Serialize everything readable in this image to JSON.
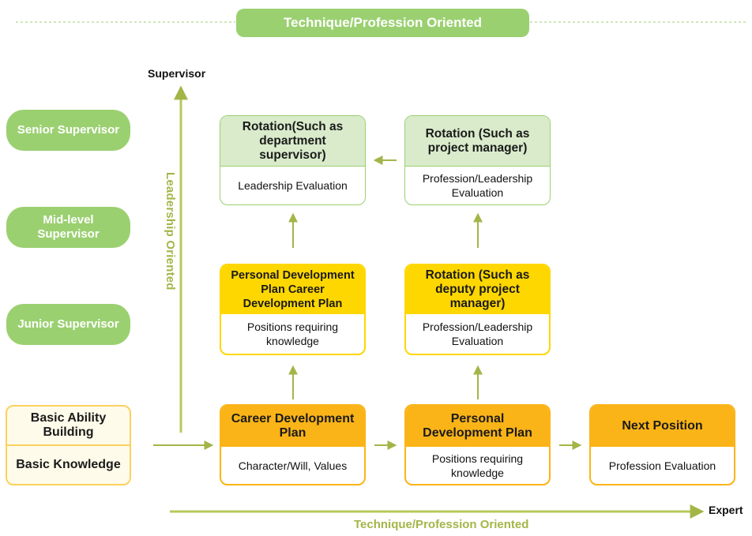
{
  "header": {
    "title": "Technique/Profession Oriented"
  },
  "axes": {
    "y_top_label": "Supervisor",
    "y_title": "Leadership Oriented",
    "x_end_label": "Expert",
    "x_title": "Technique/Profession Oriented"
  },
  "levels": [
    {
      "label": "Senior Supervisor"
    },
    {
      "label": "Mid-level Supervisor"
    },
    {
      "label": "Junior Supervisor"
    }
  ],
  "basic": {
    "top": "Basic Ability Building",
    "bottom": "Basic Knowledge"
  },
  "boxes": {
    "rotation_dept": {
      "title": "Rotation(Such as department supervisor)",
      "body": "Leadership Evaluation"
    },
    "rotation_pm": {
      "title": "Rotation (Such as project manager)",
      "body": "Profession/Leadership Evaluation"
    },
    "pdp_cdp": {
      "title": "Personal Development Plan Career Development Plan",
      "body": "Positions requiring knowledge"
    },
    "rotation_deputy": {
      "title": "Rotation (Such as deputy project manager)",
      "body": "Profession/Leadership Evaluation"
    },
    "cdp": {
      "title": "Career Development Plan",
      "body": "Character/Will, Values"
    },
    "pdp": {
      "title": "Personal Development Plan",
      "body": "Positions requiring knowledge"
    },
    "next": {
      "title": "Next Position",
      "body": "Profession Evaluation"
    }
  },
  "colors": {
    "green": "#9bd071",
    "light_green": "#d9ebcb",
    "yellow": "#ffd700",
    "orange": "#fbb417",
    "olive": "#a4b548"
  }
}
